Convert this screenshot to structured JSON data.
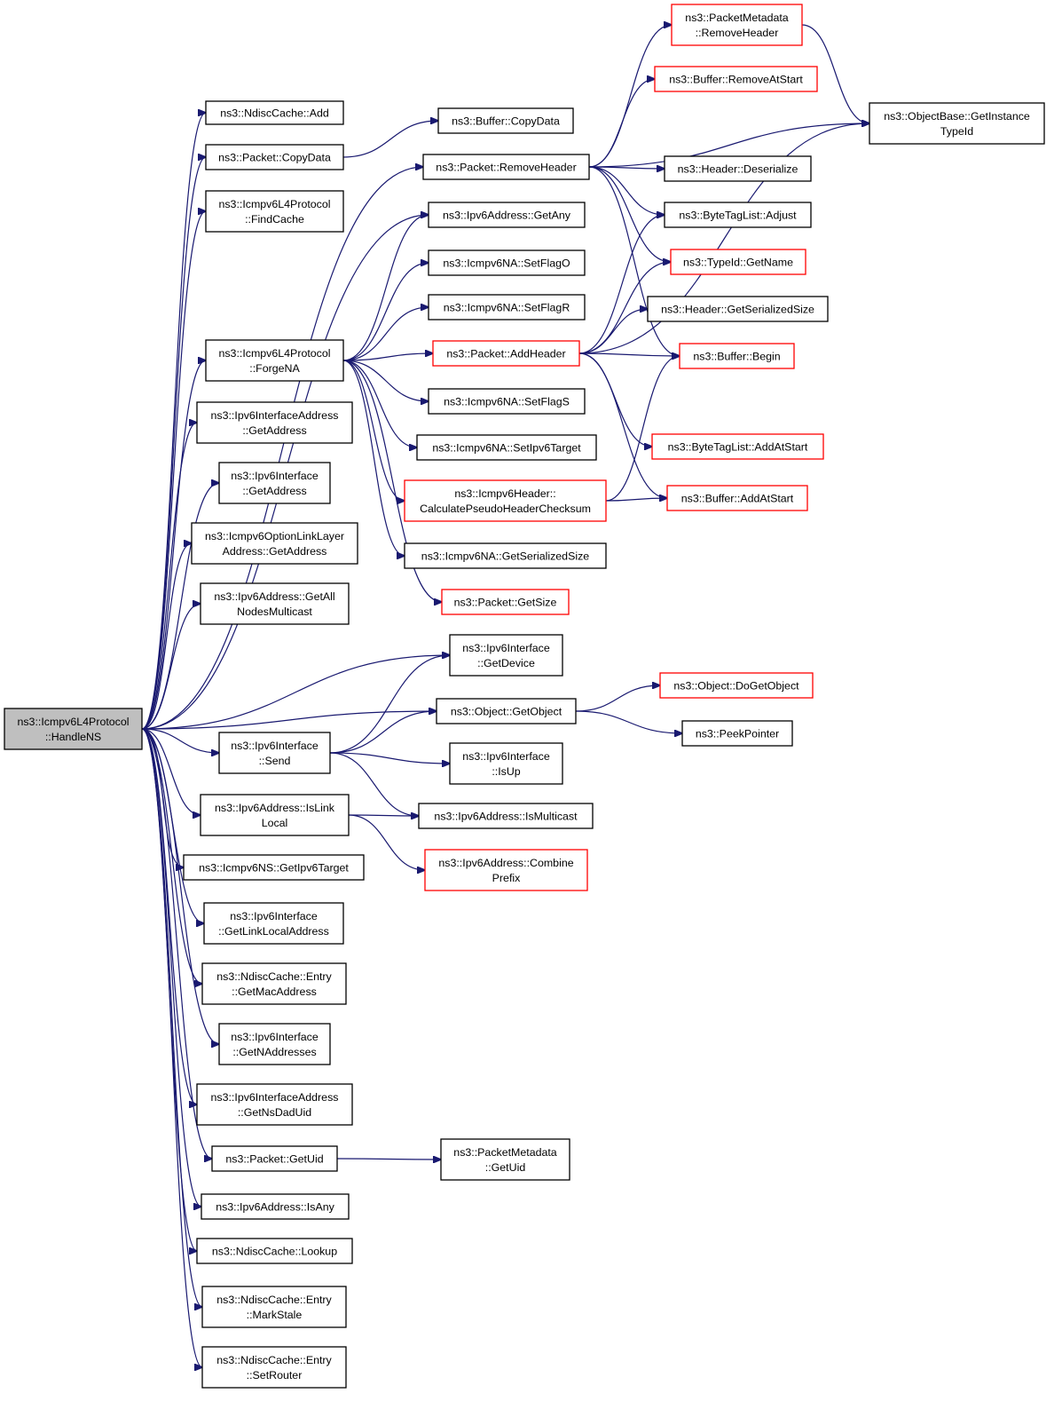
{
  "nodes": [
    {
      "id": "handlens",
      "lines": [
        "ns3::Icmpv6L4Protocol",
        "::HandleNS"
      ],
      "style": "root"
    },
    {
      "id": "ndisc_add",
      "lines": [
        "ns3::NdiscCache::Add"
      ],
      "style": "normal"
    },
    {
      "id": "packet_copydata",
      "lines": [
        "ns3::Packet::CopyData"
      ],
      "style": "normal"
    },
    {
      "id": "buffer_copydata",
      "lines": [
        "ns3::Buffer::CopyData"
      ],
      "style": "normal"
    },
    {
      "id": "findcache",
      "lines": [
        "ns3::Icmpv6L4Protocol",
        "::FindCache"
      ],
      "style": "normal"
    },
    {
      "id": "forgena",
      "lines": [
        "ns3::Icmpv6L4Protocol",
        "::ForgeNA"
      ],
      "style": "normal"
    },
    {
      "id": "ifaceaddr_getaddress",
      "lines": [
        "ns3::Ipv6InterfaceAddress",
        "::GetAddress"
      ],
      "style": "normal"
    },
    {
      "id": "iface_getaddress",
      "lines": [
        "ns3::Ipv6Interface",
        "::GetAddress"
      ],
      "style": "normal"
    },
    {
      "id": "optionlinklayer_getaddress",
      "lines": [
        "ns3::Icmpv6OptionLinkLayer",
        "Address::GetAddress"
      ],
      "style": "normal"
    },
    {
      "id": "getallnodesmulticast",
      "lines": [
        "ns3::Ipv6Address::GetAll",
        "NodesMulticast"
      ],
      "style": "normal"
    },
    {
      "id": "iface_getdevice",
      "lines": [
        "ns3::Ipv6Interface",
        "::GetDevice"
      ],
      "style": "normal"
    },
    {
      "id": "object_getobject",
      "lines": [
        "ns3::Object::GetObject"
      ],
      "style": "normal"
    },
    {
      "id": "iface_send",
      "lines": [
        "ns3::Ipv6Interface",
        "::Send"
      ],
      "style": "normal"
    },
    {
      "id": "iface_isup",
      "lines": [
        "ns3::Ipv6Interface",
        "::IsUp"
      ],
      "style": "normal"
    },
    {
      "id": "islinklocal",
      "lines": [
        "ns3::Ipv6Address::IsLink",
        "Local"
      ],
      "style": "normal"
    },
    {
      "id": "ismulticast",
      "lines": [
        "ns3::Ipv6Address::IsMulticast"
      ],
      "style": "normal"
    },
    {
      "id": "combineprefix",
      "lines": [
        "ns3::Ipv6Address::Combine",
        "Prefix"
      ],
      "style": "red"
    },
    {
      "id": "ns_getipv6target",
      "lines": [
        "ns3::Icmpv6NS::GetIpv6Target"
      ],
      "style": "normal"
    },
    {
      "id": "getlinklocaladdress",
      "lines": [
        "ns3::Ipv6Interface",
        "::GetLinkLocalAddress"
      ],
      "style": "normal"
    },
    {
      "id": "entry_getmacaddress",
      "lines": [
        "ns3::NdiscCache::Entry",
        "::GetMacAddress"
      ],
      "style": "normal"
    },
    {
      "id": "getnaddresses",
      "lines": [
        "ns3::Ipv6Interface",
        "::GetNAddresses"
      ],
      "style": "normal"
    },
    {
      "id": "getnsdaduid",
      "lines": [
        "ns3::Ipv6InterfaceAddress",
        "::GetNsDadUid"
      ],
      "style": "normal"
    },
    {
      "id": "packet_getuid",
      "lines": [
        "ns3::Packet::GetUid"
      ],
      "style": "normal"
    },
    {
      "id": "metadata_getuid",
      "lines": [
        "ns3::PacketMetadata",
        "::GetUid"
      ],
      "style": "normal"
    },
    {
      "id": "isany",
      "lines": [
        "ns3::Ipv6Address::IsAny"
      ],
      "style": "normal"
    },
    {
      "id": "lookup",
      "lines": [
        "ns3::NdiscCache::Lookup"
      ],
      "style": "normal"
    },
    {
      "id": "markstale",
      "lines": [
        "ns3::NdiscCache::Entry",
        "::MarkStale"
      ],
      "style": "normal"
    },
    {
      "id": "setrouter",
      "lines": [
        "ns3::NdiscCache::Entry",
        "::SetRouter"
      ],
      "style": "normal"
    },
    {
      "id": "removeheader",
      "lines": [
        "ns3::Packet::RemoveHeader"
      ],
      "style": "normal"
    },
    {
      "id": "getany",
      "lines": [
        "ns3::Ipv6Address::GetAny"
      ],
      "style": "normal"
    },
    {
      "id": "setflago",
      "lines": [
        "ns3::Icmpv6NA::SetFlagO"
      ],
      "style": "normal"
    },
    {
      "id": "setflagr",
      "lines": [
        "ns3::Icmpv6NA::SetFlagR"
      ],
      "style": "normal"
    },
    {
      "id": "addheader",
      "lines": [
        "ns3::Packet::AddHeader"
      ],
      "style": "red"
    },
    {
      "id": "setflags",
      "lines": [
        "ns3::Icmpv6NA::SetFlagS"
      ],
      "style": "normal"
    },
    {
      "id": "setipv6target",
      "lines": [
        "ns3::Icmpv6NA::SetIpv6Target"
      ],
      "style": "normal"
    },
    {
      "id": "pseudoheader",
      "lines": [
        "ns3::Icmpv6Header::",
        "CalculatePseudoHeaderChecksum"
      ],
      "style": "red"
    },
    {
      "id": "na_getserializedsize",
      "lines": [
        "ns3::Icmpv6NA::GetSerializedSize"
      ],
      "style": "normal"
    },
    {
      "id": "packet_getsize",
      "lines": [
        "ns3::Packet::GetSize"
      ],
      "style": "red"
    },
    {
      "id": "metadata_removeheader",
      "lines": [
        "ns3::PacketMetadata",
        "::RemoveHeader"
      ],
      "style": "red"
    },
    {
      "id": "buffer_removeatstart",
      "lines": [
        "ns3::Buffer::RemoveAtStart"
      ],
      "style": "red"
    },
    {
      "id": "getinstancetypeid",
      "lines": [
        "ns3::ObjectBase::GetInstance",
        "TypeId"
      ],
      "style": "normal"
    },
    {
      "id": "header_deserialize",
      "lines": [
        "ns3::Header::Deserialize"
      ],
      "style": "normal"
    },
    {
      "id": "bytetaglist_adjust",
      "lines": [
        "ns3::ByteTagList::Adjust"
      ],
      "style": "normal"
    },
    {
      "id": "typeid_getname",
      "lines": [
        "ns3::TypeId::GetName"
      ],
      "style": "red"
    },
    {
      "id": "header_getserializedsize",
      "lines": [
        "ns3::Header::GetSerializedSize"
      ],
      "style": "normal"
    },
    {
      "id": "buffer_begin",
      "lines": [
        "ns3::Buffer::Begin"
      ],
      "style": "red"
    },
    {
      "id": "bytetaglist_addatstart",
      "lines": [
        "ns3::ByteTagList::AddAtStart"
      ],
      "style": "red"
    },
    {
      "id": "buffer_addatstart",
      "lines": [
        "ns3::Buffer::AddAtStart"
      ],
      "style": "red"
    },
    {
      "id": "doggetobject",
      "lines": [
        "ns3::Object::DoGetObject"
      ],
      "style": "red"
    },
    {
      "id": "peekpointer",
      "lines": [
        "ns3::PeekPointer"
      ],
      "style": "normal"
    }
  ],
  "edges": [
    [
      "handlens",
      "ndisc_add"
    ],
    [
      "handlens",
      "packet_copydata"
    ],
    [
      "handlens",
      "findcache"
    ],
    [
      "handlens",
      "forgena"
    ],
    [
      "handlens",
      "ifaceaddr_getaddress"
    ],
    [
      "handlens",
      "iface_getaddress"
    ],
    [
      "handlens",
      "optionlinklayer_getaddress"
    ],
    [
      "handlens",
      "getallnodesmulticast"
    ],
    [
      "handlens",
      "iface_getdevice"
    ],
    [
      "handlens",
      "object_getobject"
    ],
    [
      "handlens",
      "iface_send"
    ],
    [
      "handlens",
      "islinklocal"
    ],
    [
      "handlens",
      "ns_getipv6target"
    ],
    [
      "handlens",
      "getlinklocaladdress"
    ],
    [
      "handlens",
      "entry_getmacaddress"
    ],
    [
      "handlens",
      "getnaddresses"
    ],
    [
      "handlens",
      "getnsdaduid"
    ],
    [
      "handlens",
      "packet_getuid"
    ],
    [
      "handlens",
      "isany"
    ],
    [
      "handlens",
      "lookup"
    ],
    [
      "handlens",
      "markstale"
    ],
    [
      "handlens",
      "setrouter"
    ],
    [
      "handlens",
      "removeheader"
    ],
    [
      "handlens",
      "getany"
    ],
    [
      "packet_copydata",
      "buffer_copydata"
    ],
    [
      "forgena",
      "getany"
    ],
    [
      "forgena",
      "setflago"
    ],
    [
      "forgena",
      "setflagr"
    ],
    [
      "forgena",
      "addheader"
    ],
    [
      "forgena",
      "setflags"
    ],
    [
      "forgena",
      "setipv6target"
    ],
    [
      "forgena",
      "pseudoheader"
    ],
    [
      "forgena",
      "na_getserializedsize"
    ],
    [
      "forgena",
      "packet_getsize"
    ],
    [
      "removeheader",
      "metadata_removeheader"
    ],
    [
      "removeheader",
      "buffer_removeatstart"
    ],
    [
      "removeheader",
      "getinstancetypeid"
    ],
    [
      "removeheader",
      "header_deserialize"
    ],
    [
      "removeheader",
      "bytetaglist_adjust"
    ],
    [
      "removeheader",
      "typeid_getname"
    ],
    [
      "removeheader",
      "buffer_begin"
    ],
    [
      "addheader",
      "bytetaglist_adjust"
    ],
    [
      "addheader",
      "typeid_getname"
    ],
    [
      "addheader",
      "header_getserializedsize"
    ],
    [
      "addheader",
      "buffer_begin"
    ],
    [
      "addheader",
      "getinstancetypeid"
    ],
    [
      "addheader",
      "bytetaglist_addatstart"
    ],
    [
      "addheader",
      "buffer_addatstart"
    ],
    [
      "metadata_removeheader",
      "getinstancetypeid"
    ],
    [
      "pseudoheader",
      "buffer_begin"
    ],
    [
      "pseudoheader",
      "buffer_addatstart"
    ],
    [
      "iface_send",
      "iface_getdevice"
    ],
    [
      "iface_send",
      "object_getobject"
    ],
    [
      "iface_send",
      "iface_isup"
    ],
    [
      "iface_send",
      "ismulticast"
    ],
    [
      "islinklocal",
      "ismulticast"
    ],
    [
      "islinklocal",
      "combineprefix"
    ],
    [
      "object_getobject",
      "doggetobject"
    ],
    [
      "object_getobject",
      "peekpointer"
    ],
    [
      "packet_getuid",
      "metadata_getuid"
    ]
  ],
  "colors": {
    "edge": "#191970",
    "normal_border": "#000000",
    "red_border": "#ff0000",
    "root_fill": "#bfbfbf"
  }
}
